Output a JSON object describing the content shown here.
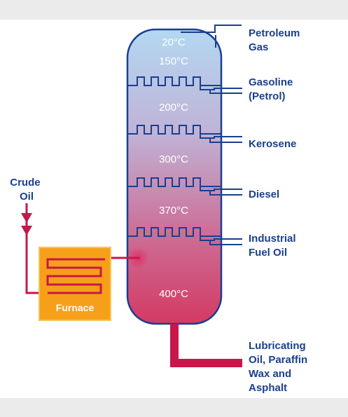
{
  "temperatures": [
    "20°C",
    "150°C",
    "200°C",
    "300°C",
    "370°C",
    "400°C"
  ],
  "products": {
    "petroleum_gas": [
      "Petroleum",
      "Gas"
    ],
    "gasoline": [
      "Gasoline",
      "(Petrol)"
    ],
    "kerosene": [
      "Kerosene"
    ],
    "diesel": [
      "Diesel"
    ],
    "fuel_oil": [
      "Industrial",
      "Fuel Oil"
    ],
    "residue": [
      "Lubricating",
      "Oil, Paraffin",
      "Wax and",
      "Asphalt"
    ]
  },
  "input": [
    "Crude",
    "Oil"
  ],
  "furnace_label": "Furnace",
  "colors": {
    "line_blue": "#1a3f8f",
    "crude_line": "#c8174a",
    "residue_pipe": "#c8174a",
    "furnace_fill": "#f6a01a",
    "furnace_border": "#f7c35a",
    "column_top": "#b3d8f2",
    "column_bottom": "#d33a63"
  }
}
